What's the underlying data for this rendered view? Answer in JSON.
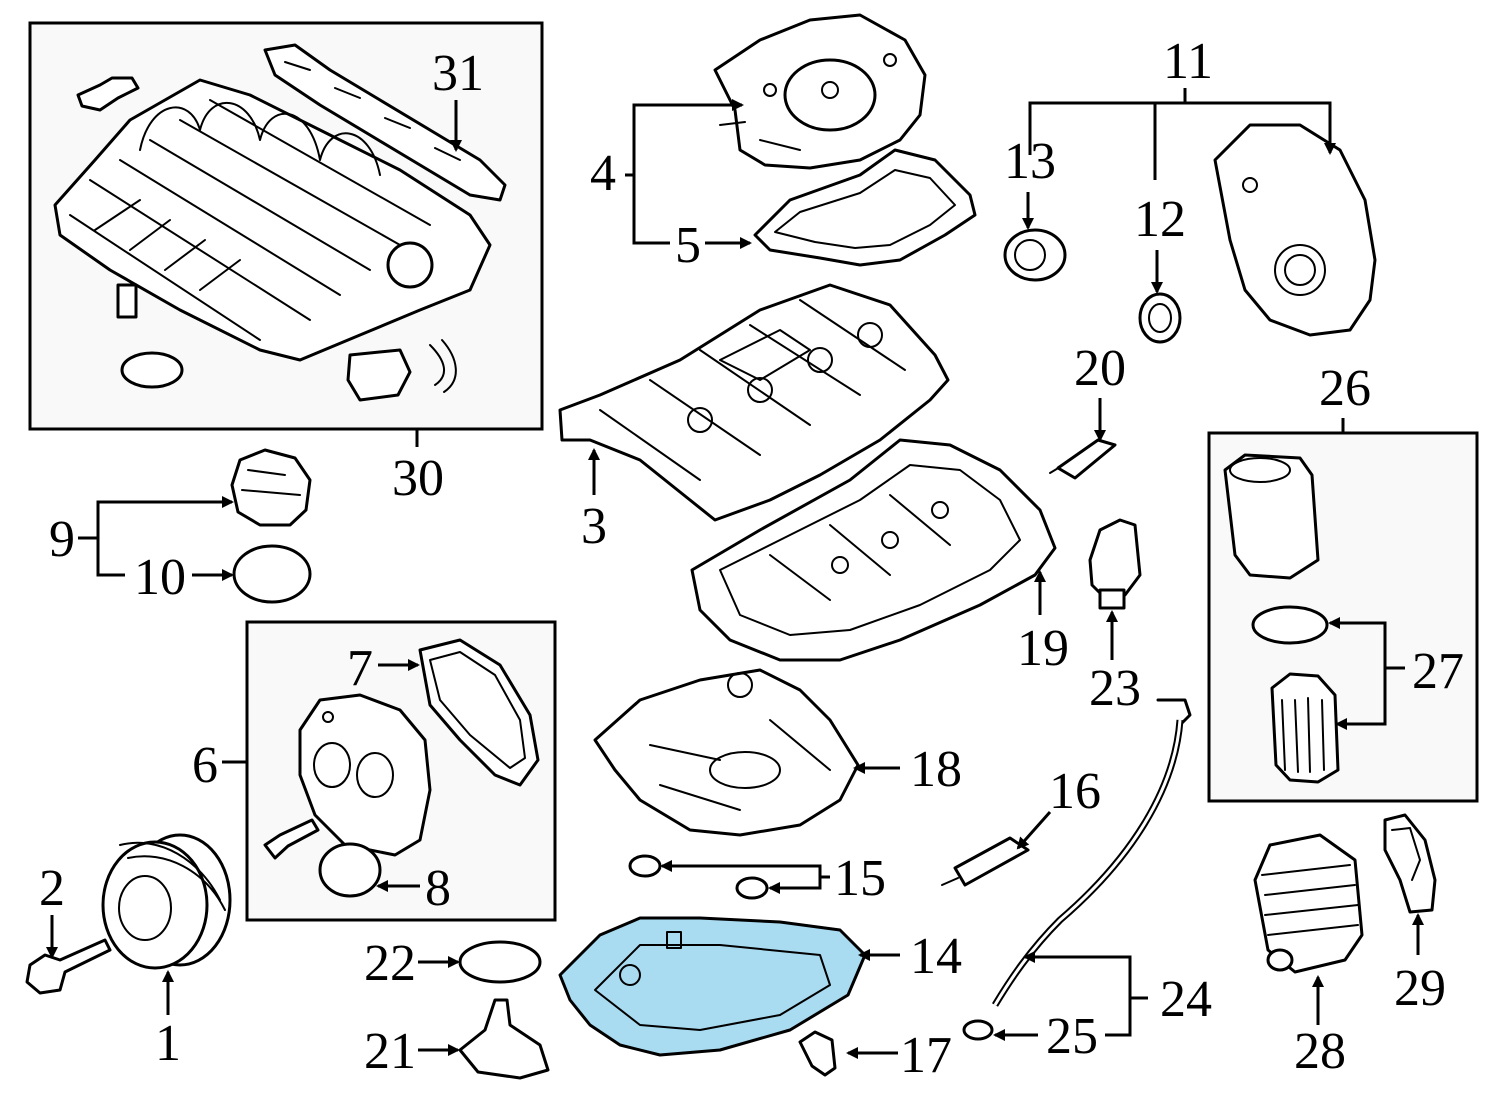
{
  "diagram": {
    "highlight_color": "#a9dbf1",
    "parts": [
      {
        "id": "1",
        "label": "1"
      },
      {
        "id": "2",
        "label": "2"
      },
      {
        "id": "3",
        "label": "3"
      },
      {
        "id": "4",
        "label": "4"
      },
      {
        "id": "5",
        "label": "5"
      },
      {
        "id": "6",
        "label": "6"
      },
      {
        "id": "7",
        "label": "7"
      },
      {
        "id": "8",
        "label": "8"
      },
      {
        "id": "9",
        "label": "9"
      },
      {
        "id": "10",
        "label": "10"
      },
      {
        "id": "11",
        "label": "11"
      },
      {
        "id": "12",
        "label": "12"
      },
      {
        "id": "13",
        "label": "13"
      },
      {
        "id": "14",
        "label": "14",
        "highlighted": true
      },
      {
        "id": "15",
        "label": "15"
      },
      {
        "id": "16",
        "label": "16"
      },
      {
        "id": "17",
        "label": "17"
      },
      {
        "id": "18",
        "label": "18"
      },
      {
        "id": "19",
        "label": "19"
      },
      {
        "id": "20",
        "label": "20"
      },
      {
        "id": "21",
        "label": "21"
      },
      {
        "id": "22",
        "label": "22"
      },
      {
        "id": "23",
        "label": "23"
      },
      {
        "id": "24",
        "label": "24"
      },
      {
        "id": "25",
        "label": "25"
      },
      {
        "id": "26",
        "label": "26"
      },
      {
        "id": "27",
        "label": "27"
      },
      {
        "id": "28",
        "label": "28"
      },
      {
        "id": "29",
        "label": "29"
      },
      {
        "id": "30",
        "label": "30"
      },
      {
        "id": "31",
        "label": "31"
      }
    ]
  }
}
